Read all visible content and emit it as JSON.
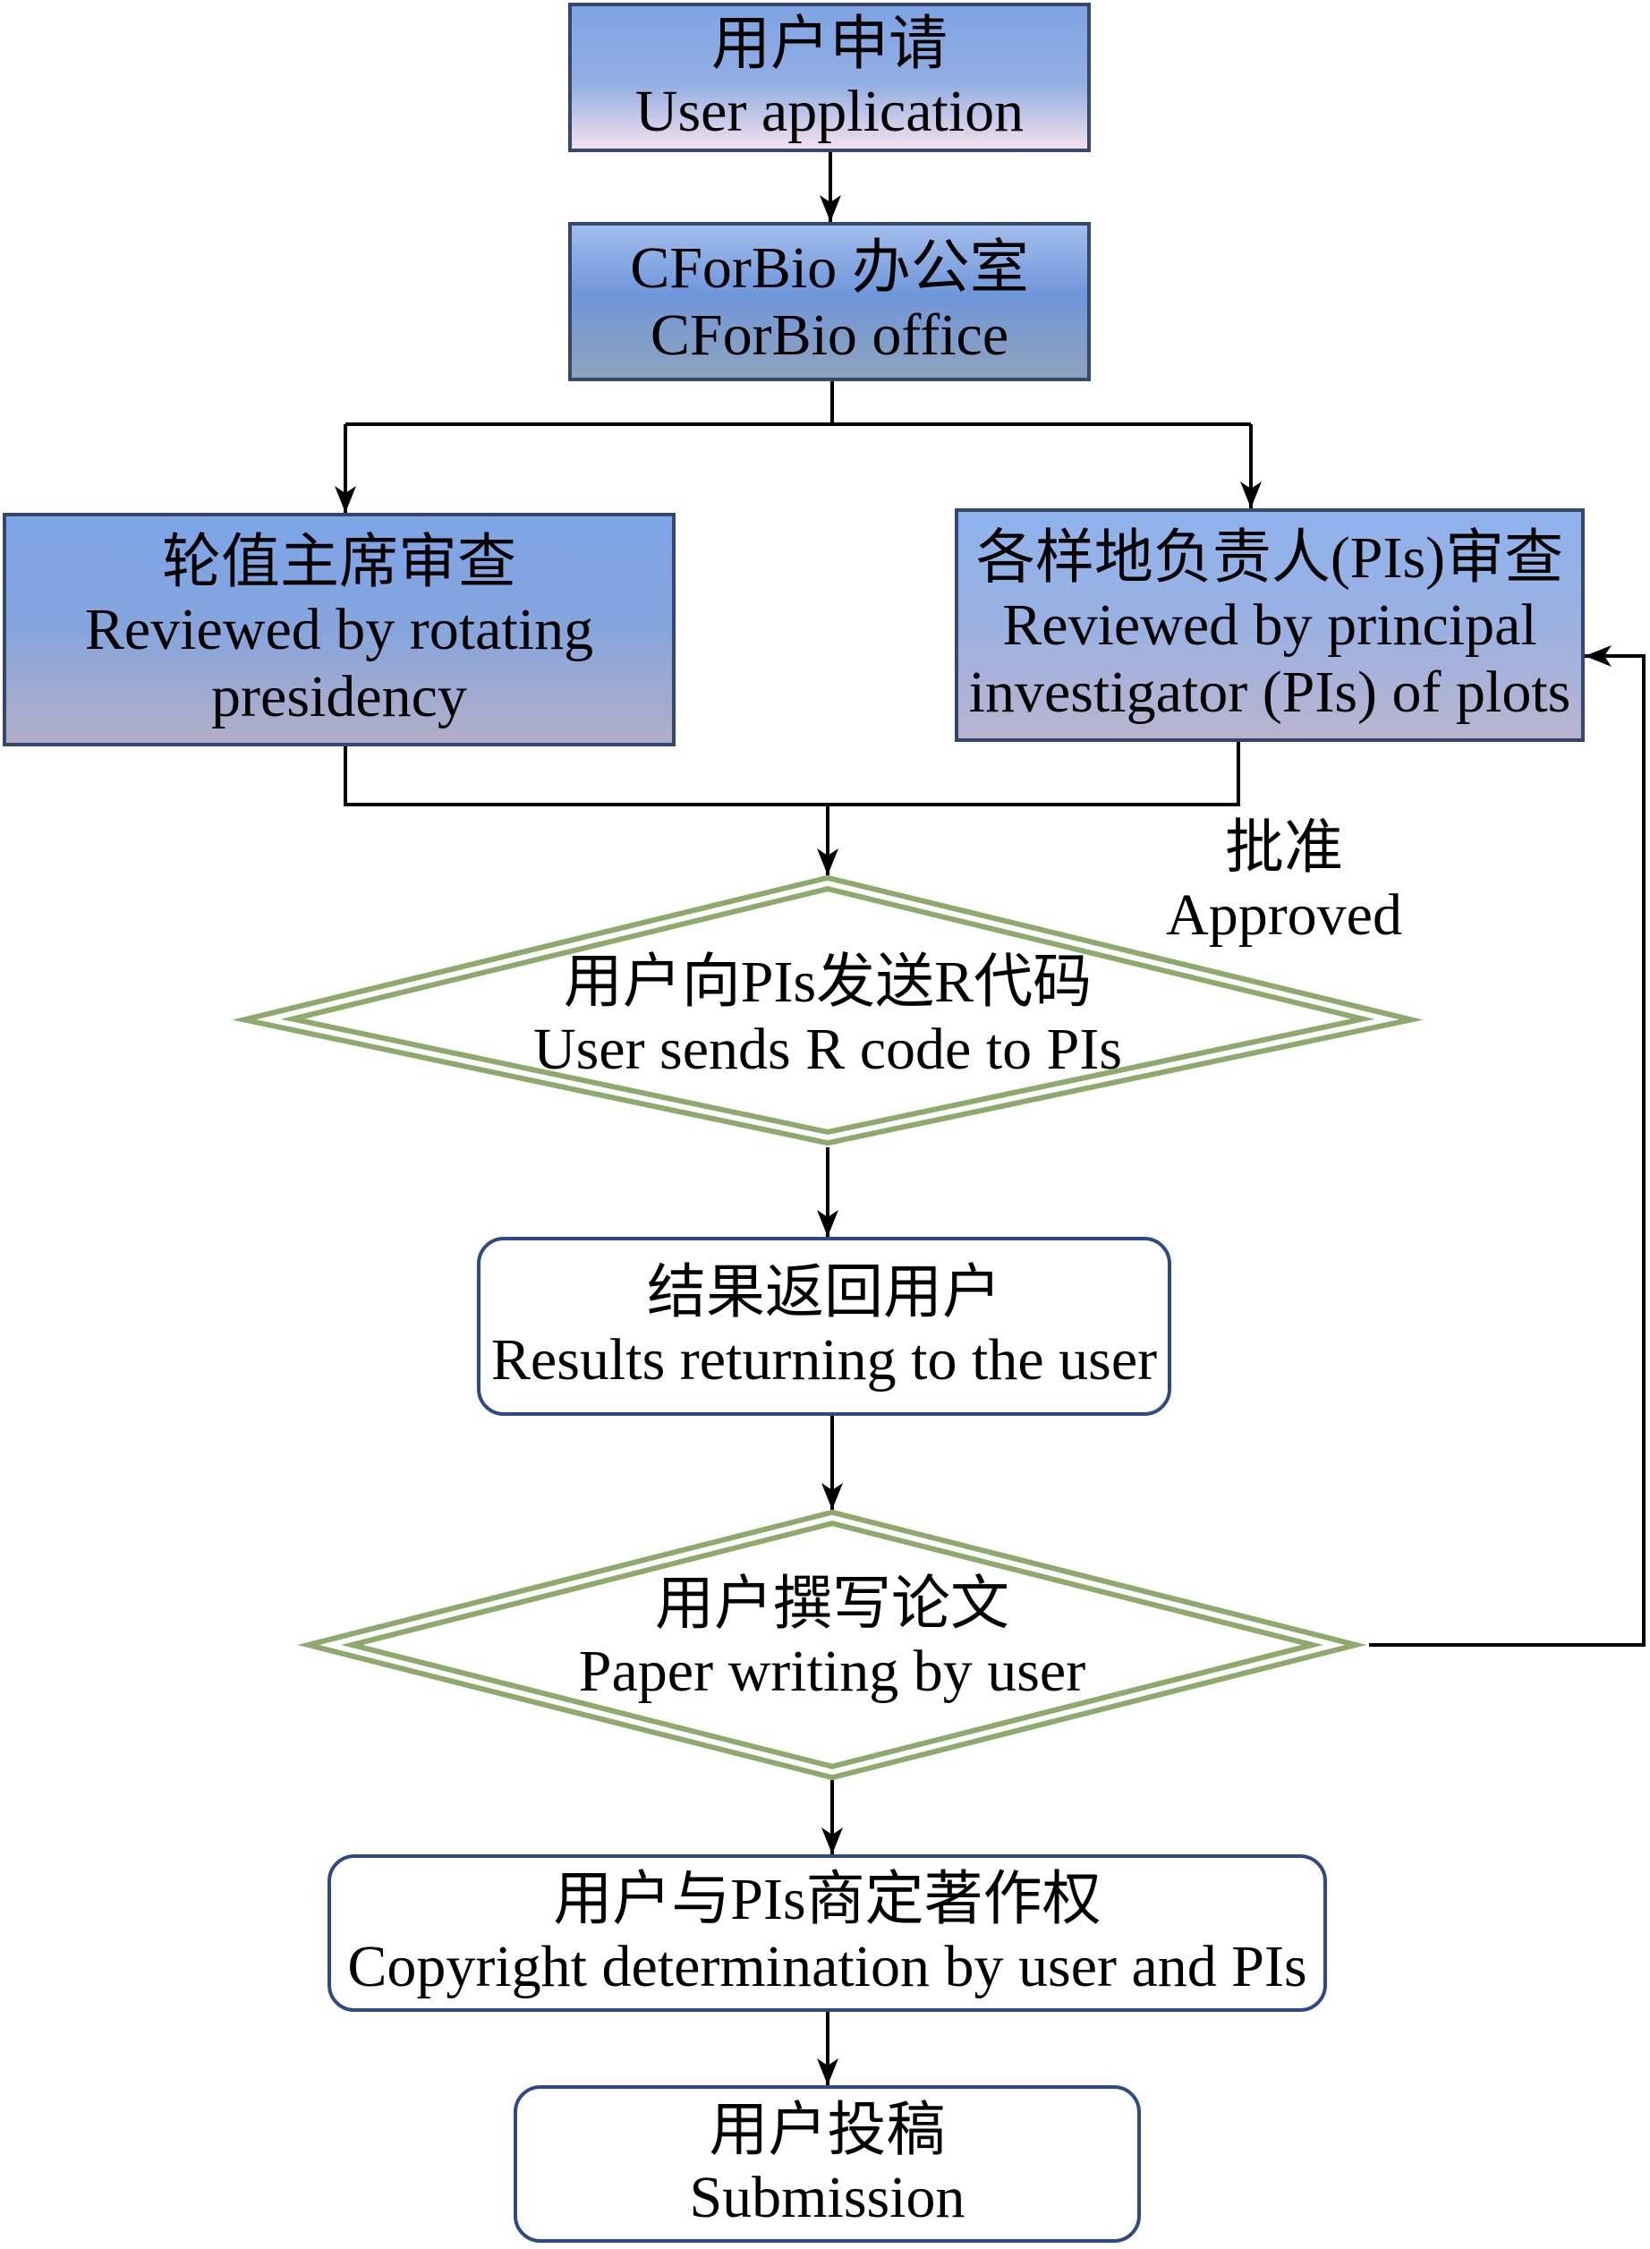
{
  "diagram": {
    "nodes": {
      "user_application": {
        "zh": "用户申请",
        "en": "User application"
      },
      "cforbio_office": {
        "zh": "CForBio 办公室",
        "en": "CForBio office"
      },
      "rotating_presidency_review": {
        "zh": "轮值主席审查",
        "en": "Reviewed by rotating presidency"
      },
      "pis_review": {
        "zh": "各样地负责人(PIs)审查",
        "en": "Reviewed by principal investigator (PIs) of plots"
      },
      "send_r_code": {
        "zh": "用户向PIs发送R代码",
        "en": "User sends R code to PIs"
      },
      "results_returning": {
        "zh": "结果返回用户",
        "en": "Results returning to the user"
      },
      "paper_writing": {
        "zh": "用户撰写论文",
        "en": "Paper writing by user"
      },
      "copyright_determination": {
        "zh": "用户与PIs商定著作权",
        "en": "Copyright determination by user and PIs"
      },
      "submission": {
        "zh": "用户投稿",
        "en": "Submission"
      }
    },
    "edge_labels": {
      "approved": {
        "zh": "批准",
        "en": "Approved"
      }
    }
  },
  "colors": {
    "rect_border": "#34476e",
    "rounded_border": "#2d4a84",
    "diamond_border": "#8ea96c",
    "connector": "#000000"
  }
}
